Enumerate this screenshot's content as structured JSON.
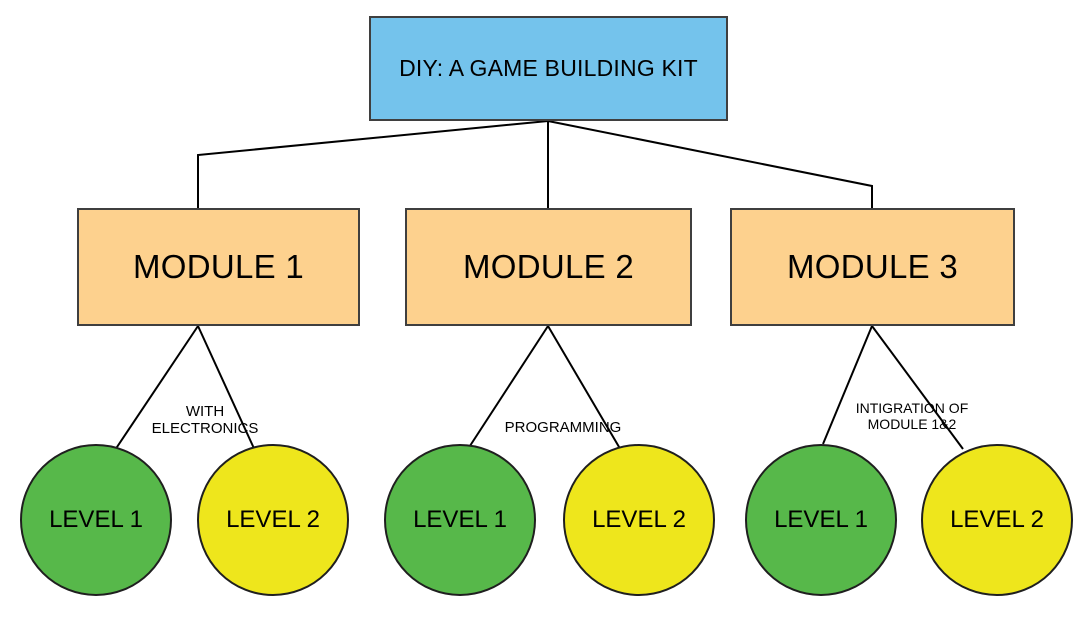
{
  "diagram": {
    "title_node": {
      "label": "DIY: A GAME BUILDING KIT",
      "fill": "#74c3ec",
      "stroke": "#3f3f3f",
      "shape": "rectangle"
    },
    "modules": [
      {
        "id": "module-1",
        "label": "MODULE 1",
        "fill": "#fdd18e",
        "edge_label": "WITH\nELECTRONICS",
        "children": [
          {
            "id": "circle-m1-l1",
            "label": "LEVEL 1",
            "fill": "#57b84a",
            "shape": "circle"
          },
          {
            "id": "circle-m1-l2",
            "label": "LEVEL 2",
            "fill": "#eee61c",
            "shape": "circle"
          }
        ]
      },
      {
        "id": "module-2",
        "label": "MODULE 2",
        "fill": "#fdd18e",
        "edge_label": "PROGRAMMING",
        "children": [
          {
            "id": "circle-m2-l1",
            "label": "LEVEL 1",
            "fill": "#57b84a",
            "shape": "circle"
          },
          {
            "id": "circle-m2-l2",
            "label": "LEVEL 2",
            "fill": "#eee61c",
            "shape": "circle"
          }
        ]
      },
      {
        "id": "module-3",
        "label": "MODULE 3",
        "fill": "#fdd18e",
        "edge_label": "INTIGRATION OF\nMODULE 1&2",
        "children": [
          {
            "id": "circle-m3-l1",
            "label": "LEVEL 1",
            "fill": "#57b84a",
            "shape": "circle"
          },
          {
            "id": "circle-m3-l2",
            "label": "LEVEL 2",
            "fill": "#eee61c",
            "shape": "circle"
          }
        ]
      }
    ],
    "connector_color": "#000000"
  }
}
